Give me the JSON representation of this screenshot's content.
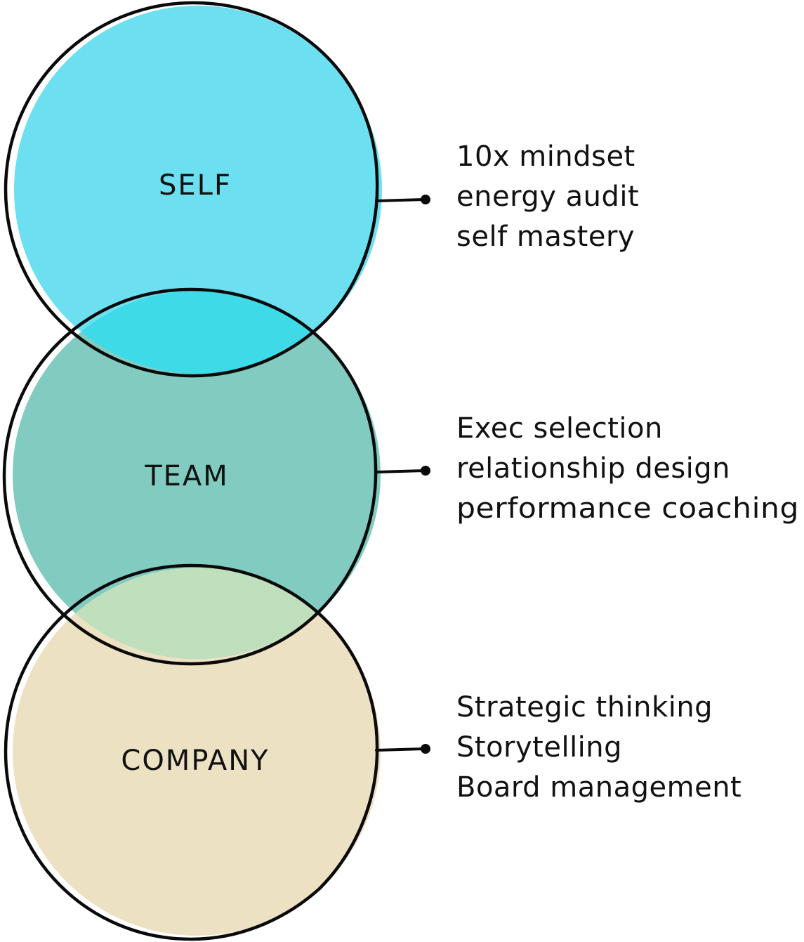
{
  "diagram": {
    "type": "stacked-venn",
    "circles": [
      {
        "id": "self",
        "label": "SELF",
        "fill": "#6CDFF0",
        "items": [
          "10x mindset",
          "energy audit",
          "self mastery"
        ]
      },
      {
        "id": "team",
        "label": "TEAM",
        "fill": "#82CBC0",
        "items": [
          "Exec selection",
          "relationship design",
          "performance coaching"
        ]
      },
      {
        "id": "company",
        "label": "COMPANY",
        "fill": "#EDE1C4",
        "items": [
          "Strategic thinking",
          "Storytelling",
          "Board management"
        ]
      }
    ],
    "overlaps": [
      {
        "between": [
          "self",
          "team"
        ],
        "fill": "#3FDAE7"
      },
      {
        "between": [
          "team",
          "company"
        ],
        "fill": "#C0DFBD"
      }
    ],
    "outline_color": "#0A0A0A",
    "text_color": "#111111"
  }
}
